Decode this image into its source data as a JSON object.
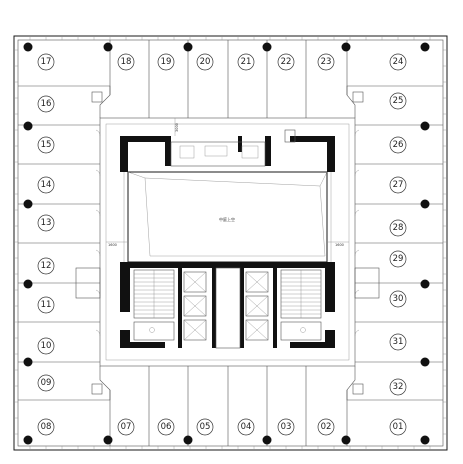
{
  "plan": {
    "atrium_label": "中庭上空",
    "dim_left": "1600",
    "dim_right": "1600",
    "dim_top": "3000",
    "rooms": [
      {
        "id": "r17",
        "label": "17"
      },
      {
        "id": "r18",
        "label": "18"
      },
      {
        "id": "r19",
        "label": "19"
      },
      {
        "id": "r20",
        "label": "20"
      },
      {
        "id": "r21",
        "label": "21"
      },
      {
        "id": "r22",
        "label": "22"
      },
      {
        "id": "r23",
        "label": "23"
      },
      {
        "id": "r24",
        "label": "24"
      },
      {
        "id": "r16",
        "label": "16"
      },
      {
        "id": "r25",
        "label": "25"
      },
      {
        "id": "r15",
        "label": "15"
      },
      {
        "id": "r26",
        "label": "26"
      },
      {
        "id": "r14",
        "label": "14"
      },
      {
        "id": "r27",
        "label": "27"
      },
      {
        "id": "r13",
        "label": "13"
      },
      {
        "id": "r28",
        "label": "28"
      },
      {
        "id": "r12",
        "label": "12"
      },
      {
        "id": "r29",
        "label": "29"
      },
      {
        "id": "r11",
        "label": "11"
      },
      {
        "id": "r30",
        "label": "30"
      },
      {
        "id": "r10",
        "label": "10"
      },
      {
        "id": "r31",
        "label": "31"
      },
      {
        "id": "r09",
        "label": "09"
      },
      {
        "id": "r32",
        "label": "32"
      },
      {
        "id": "r08",
        "label": "08"
      },
      {
        "id": "r07",
        "label": "07"
      },
      {
        "id": "r06",
        "label": "06"
      },
      {
        "id": "r05",
        "label": "05"
      },
      {
        "id": "r04",
        "label": "04"
      },
      {
        "id": "r03",
        "label": "03"
      },
      {
        "id": "r02",
        "label": "02"
      },
      {
        "id": "r01",
        "label": "01"
      }
    ]
  }
}
